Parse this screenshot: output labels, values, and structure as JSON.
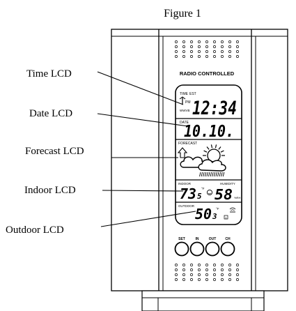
{
  "figure": {
    "caption": "Figure 1",
    "brand_label": "RADIO CONTROLLED"
  },
  "callouts": [
    {
      "id": "time",
      "label": "Time LCD"
    },
    {
      "id": "date",
      "label": "Date LCD"
    },
    {
      "id": "forecast",
      "label": "Forecast LCD"
    },
    {
      "id": "indoor",
      "label": "Indoor LCD"
    },
    {
      "id": "outdoor",
      "label": "Outdoor LCD"
    }
  ],
  "lcd": {
    "time": {
      "tag": "TIME",
      "zone": "EST",
      "ampm": "PM",
      "digits": "12:34"
    },
    "date": {
      "tag": "DATE",
      "digits": "10.10."
    },
    "forecast": {
      "tag": "FORECAST",
      "trend_icon": "up-arrow-icon",
      "icon": "sun-cloud-rain-icon"
    },
    "indoor": {
      "tag": "INDOOR",
      "humidity_tag": "HUMIDITY",
      "temp": "73",
      "temp_decimal": "5",
      "unit": "°F",
      "humidity": "58",
      "humidity_unit": "%RH"
    },
    "outdoor": {
      "tag": "OUTDOOR",
      "temp": "50",
      "temp_decimal": "3",
      "unit": "°F"
    }
  },
  "buttons": [
    {
      "label": "SET"
    },
    {
      "label": "IN"
    },
    {
      "label": "OUT"
    },
    {
      "label": "CH"
    }
  ]
}
